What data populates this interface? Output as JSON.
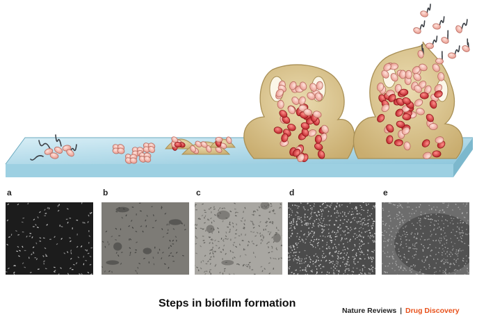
{
  "panels": [
    {
      "letter": "a",
      "fill": "#1c1c1c",
      "speck": "#cfcfcf",
      "density": 120
    },
    {
      "letter": "b",
      "fill": "#7d7b76",
      "speck": "#3a3a38",
      "density": 90
    },
    {
      "letter": "c",
      "fill": "#a9a7a2",
      "speck": "#5b5a56",
      "density": 260
    },
    {
      "letter": "d",
      "fill": "#4b4b4b",
      "speck": "#e2e2e2",
      "density": 700
    },
    {
      "letter": "e",
      "fill": "#6d6d6d",
      "speck": "#b9b9b9",
      "density": 500
    }
  ],
  "caption": "Steps in biofilm formation",
  "credit": {
    "publisher": "Nature Reviews",
    "separator": "|",
    "journal": "Drug Discovery",
    "journal_color": "#e8501a"
  },
  "colors": {
    "surface_top": "#cfe9f3",
    "surface_front": "#9fd0e2",
    "matrix": "#d6c08c",
    "matrix_edge": "#a88f55",
    "cell_light": "#f3b3a6",
    "cell_dark": "#d8363a",
    "flagellum": "#3b3f45"
  }
}
